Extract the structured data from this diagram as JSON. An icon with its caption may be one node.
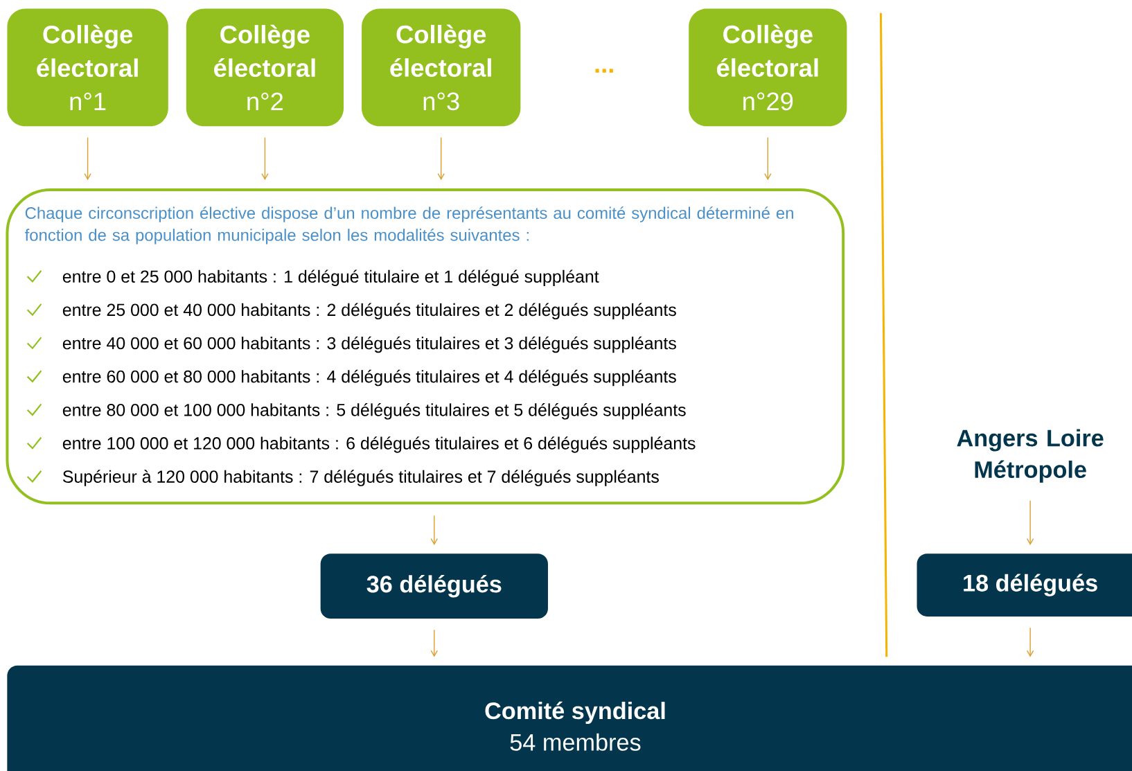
{
  "diagram": {
    "nodes": [
      {
        "text": [
          "Collège électoral",
          "n°1"
        ]
      },
      {
        "text": [
          "Collège électoral",
          "n°2"
        ]
      },
      {
        "text": [
          "Collège électoral",
          "n°3"
        ]
      },
      {
        "text": [
          "Collège électoral",
          "n°29"
        ]
      },
      {
        "text": [
          "Chaque circonscription élective dispose d’un nombre de représentants au comité syndical déterminé en fonction de sa population municipale selon les modalités suivantes :",
          "entre 0 et 25 000 habitants : 1 délégué titulaire et 1 délégué suppléant",
          "entre 25 000 et 40 000 habitants : 2 délégués titulaires et 2 délégués suppléants",
          "entre 40 000 et 60 000 habitants : 3 délégués titulaires et 3 délégués suppléants",
          "entre 60 000 et 80 000 habitants : 4 délégués titulaires et 4 délégués suppléants",
          "entre 80 000 et 100 000 habitants : 5 délégués titulaires et 5 délégués suppléants",
          "entre 100 000 et 120 000 habitants : 6 délégués titulaires et 6 délégués suppléants",
          "Supérieur à 120 000 habitants : 7 délégués titulaires et 7 délégués suppléants"
        ]
      },
      {
        "text": [
          "36 délégués"
        ]
      },
      {
        "text": [
          "Angers Loire Métropole"
        ]
      },
      {
        "text": [
          "18 délégués"
        ]
      },
      {
        "text": [
          "Comité syndical",
          "54 membres"
        ]
      }
    ],
    "edges": [
      {
        "from": 0,
        "to": 4,
        "arrow": "to"
      },
      {
        "from": 1,
        "to": 4,
        "arrow": "to"
      },
      {
        "from": 2,
        "to": 4,
        "arrow": "to"
      },
      {
        "from": 3,
        "to": 4,
        "arrow": "to"
      },
      {
        "from": 4,
        "to": 5,
        "arrow": "to"
      },
      {
        "from": 5,
        "to": 8,
        "arrow": "to"
      },
      {
        "from": 6,
        "to": 7,
        "arrow": "to"
      },
      {
        "from": 7,
        "to": 8,
        "arrow": "to"
      }
    ],
    "labels": [
      "..."
    ]
  }
}
